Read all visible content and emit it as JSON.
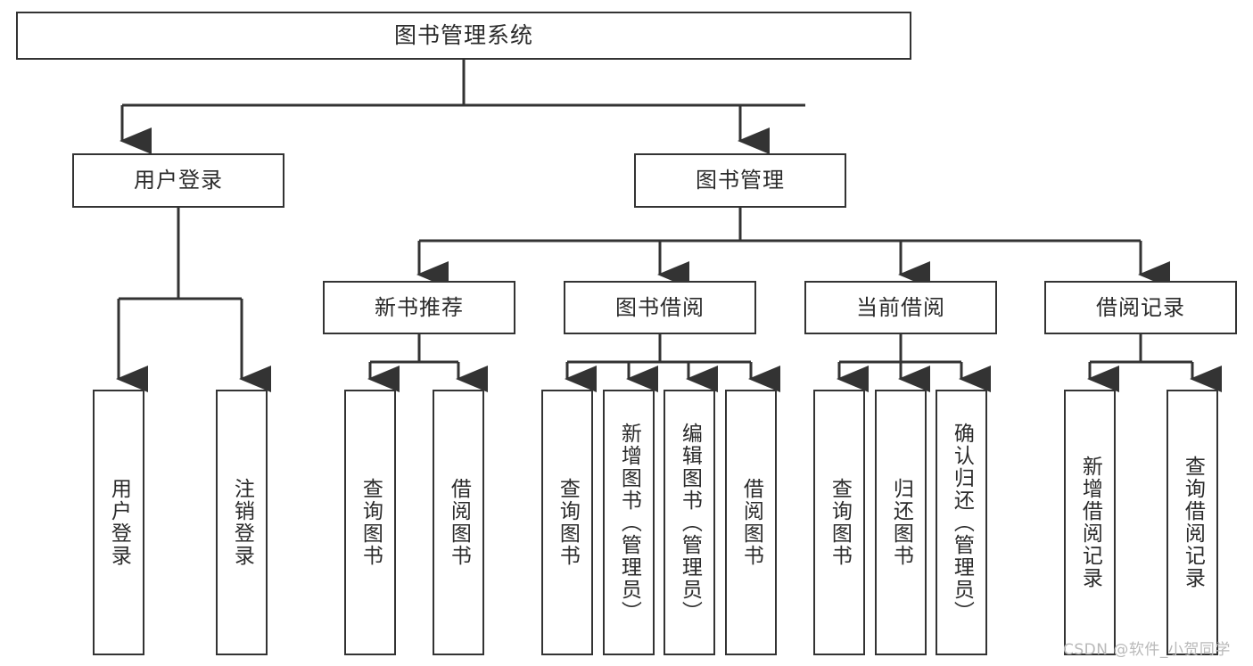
{
  "diagram": {
    "title_node": {
      "label": "图书管理系统"
    },
    "level1": [
      {
        "label": "用户登录"
      },
      {
        "label": "图书管理"
      }
    ],
    "level2": [
      {
        "label": "新书推荐"
      },
      {
        "label": "图书借阅"
      },
      {
        "label": "当前借阅"
      },
      {
        "label": "借阅记录"
      }
    ],
    "leaves": {
      "user_login": [
        {
          "label": "用户登录"
        },
        {
          "label": "注销登录"
        }
      ],
      "new_book_recommend": [
        {
          "label": "查询图书"
        },
        {
          "label": "借阅图书"
        }
      ],
      "book_borrow": [
        {
          "label": "查询图书"
        },
        {
          "label": "新增图书（管理员）"
        },
        {
          "label": "编辑图书（管理员）"
        },
        {
          "label": "借阅图书"
        }
      ],
      "current_borrow": [
        {
          "label": "查询图书"
        },
        {
          "label": "归还图书"
        },
        {
          "label": "确认归还（管理员）"
        }
      ],
      "borrow_record": [
        {
          "label": "新增借阅记录"
        },
        {
          "label": "查询借阅记录"
        }
      ]
    }
  },
  "watermark": {
    "text": "CSDN @软件_小贺同学"
  },
  "colors": {
    "line": "#333333",
    "box_border": "#333333",
    "text": "#2b2b2b",
    "background": "#ffffff",
    "watermark": "#b9b9b9"
  }
}
